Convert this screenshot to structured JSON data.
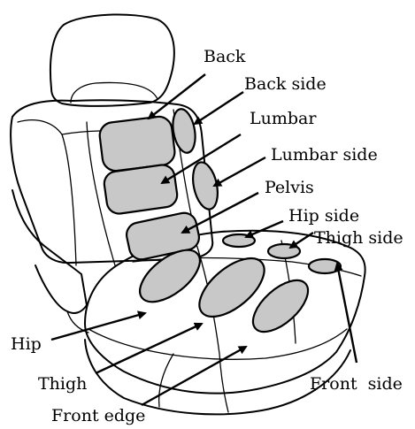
{
  "diagram": {
    "zone_fill": "#c8c8c8",
    "line_color": "#000000",
    "labels": {
      "back": "Back",
      "back_side": "Back side",
      "lumbar": "Lumbar",
      "lumbar_side": "Lumbar side",
      "pelvis": "Pelvis",
      "hip_side": "Hip side",
      "thigh_side": "Thigh side",
      "hip": "Hip",
      "thigh": "Thigh",
      "front_side": "Front  side",
      "front_edge": "Front edge"
    }
  }
}
